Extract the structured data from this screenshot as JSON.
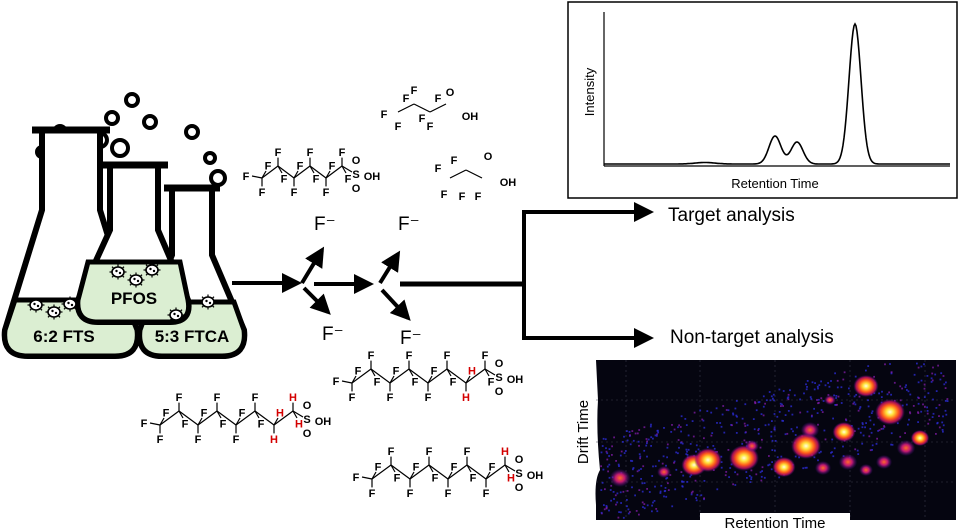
{
  "flasks": [
    {
      "label": "6:2 FTS",
      "fill": "#dbeed2"
    },
    {
      "label": "PFOS",
      "fill": "#dbeed2"
    },
    {
      "label": "5:3 FTCA",
      "fill": "#dbeed2"
    }
  ],
  "fluoride_ion": "F⁻",
  "atoms": {
    "fluorine": "F",
    "hydrogen": "H",
    "sulfur": "S",
    "oxygen": "O",
    "hydroxyl": "OH"
  },
  "outputs": {
    "target": "Target analysis",
    "non_target": "Non-target analysis"
  },
  "chromatogram": {
    "xlabel": "Retention Time",
    "ylabel": "Intensity"
  },
  "ims_map": {
    "xlabel": "Retention Time",
    "ylabel": "Drift Time"
  },
  "colors": {
    "hydrogen_highlight": "#d40000",
    "flask_liquid": "#dbeed2",
    "ims_background": "#050510"
  }
}
